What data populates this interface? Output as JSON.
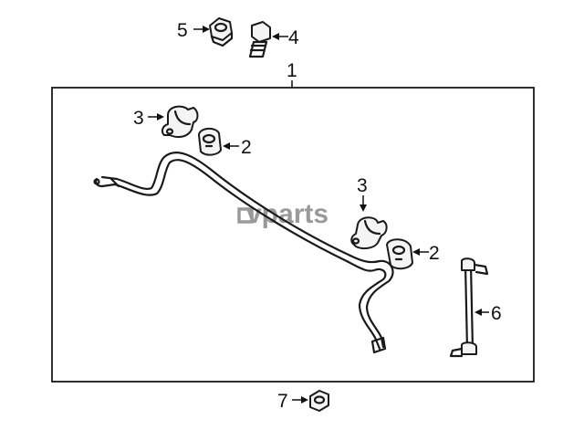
{
  "callouts": {
    "part_1": "1",
    "part_2_upper": "2",
    "part_2_lower": "2",
    "part_3_upper": "3",
    "part_3_lower": "3",
    "part_4": "4",
    "part_5": "5",
    "part_6": "6",
    "part_7": "7"
  },
  "watermark": {
    "text": "vparts"
  },
  "colors": {
    "line": "#1a1a1a",
    "watermark": "#9a9a9a",
    "background": "#ffffff"
  }
}
